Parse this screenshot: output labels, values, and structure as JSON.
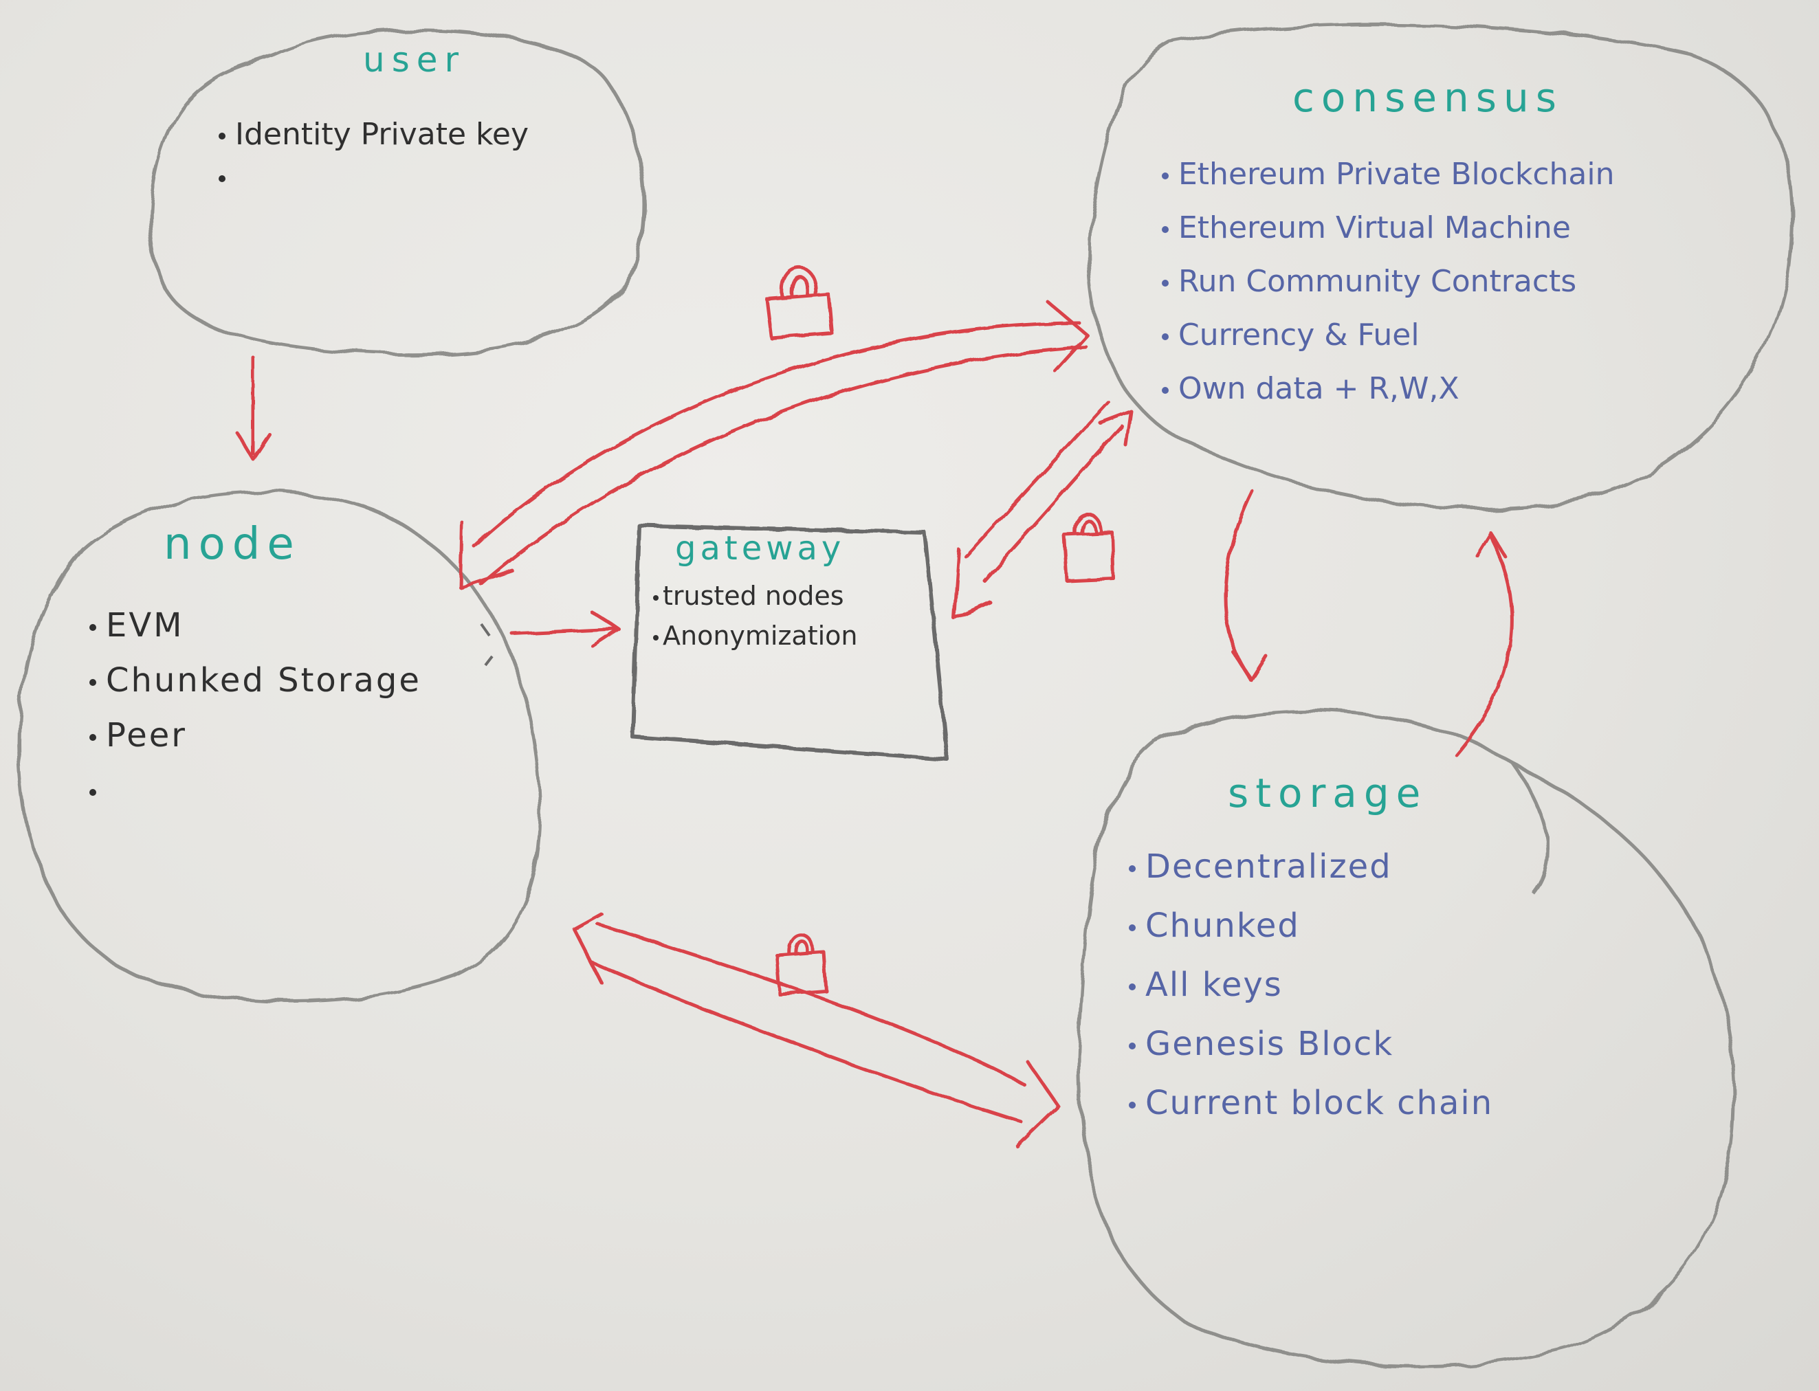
{
  "colors": {
    "cloud_outline": "#8f8f8c",
    "arrow_red": "#d9434a",
    "title_teal": "#27a394",
    "dark_text": "#2f2f2f",
    "blue_text": "#5665a6"
  },
  "user": {
    "title": "user",
    "items": [
      "Identity Private key",
      ""
    ]
  },
  "node": {
    "title": "node",
    "items": [
      "EVM",
      "Chunked Storage",
      "Peer",
      ""
    ]
  },
  "gateway": {
    "title": "gateway",
    "items": [
      "trusted nodes",
      "Anonymization"
    ]
  },
  "consensus": {
    "title": "consensus",
    "items": [
      "Ethereum Private Blockchain",
      "Ethereum Virtual Machine",
      "Run Community Contracts",
      "Currency & Fuel",
      "Own data + R,W,X"
    ]
  },
  "storage": {
    "title": "storage",
    "items": [
      "Decentralized",
      "Chunked",
      "All keys",
      "Genesis Block",
      "Current block chain"
    ]
  },
  "icons": [
    "lock-icon",
    "lock-icon",
    "lock-icon"
  ]
}
